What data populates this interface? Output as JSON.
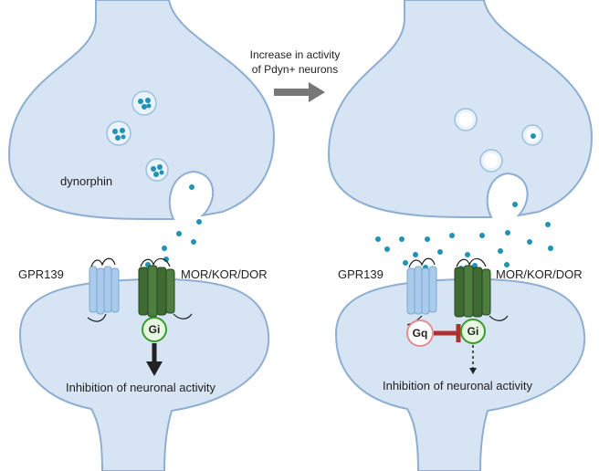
{
  "colors": {
    "membrane_fill": "#d6e4f3",
    "membrane_stroke": "#8eaed2",
    "gpr139_receptor": "#a9cbec",
    "opioid_receptor": "#3f6b33",
    "dynorphin_dot": "#1f93b5",
    "gi_fill": "#e8f7e2",
    "gi_stroke": "#3a9a2e",
    "gq_stroke": "#e28f8f",
    "inhibit_bar": "#b03030",
    "arrow_gray": "#777777"
  },
  "transition": {
    "line1": "Increase in activity",
    "line2": "of Pdyn+ neurons",
    "icon": "right-arrow-icon"
  },
  "left_panel": {
    "neuropeptide_label": "dynorphin",
    "receptor_left_label": "GPR139",
    "receptor_right_label": "MOR/KOR/DOR",
    "gprotein_label": "Gi",
    "outcome_label": "Inhibition of neuronal activity",
    "arrow_style": "solid"
  },
  "right_panel": {
    "receptor_left_label": "GPR139",
    "receptor_right_label": "MOR/KOR/DOR",
    "gq_label": "Gq",
    "gi_label": "Gi",
    "outcome_label": "Inhibition of neuronal activity",
    "arrow_style": "dashed",
    "interaction": "Gq inhibits Gi"
  }
}
